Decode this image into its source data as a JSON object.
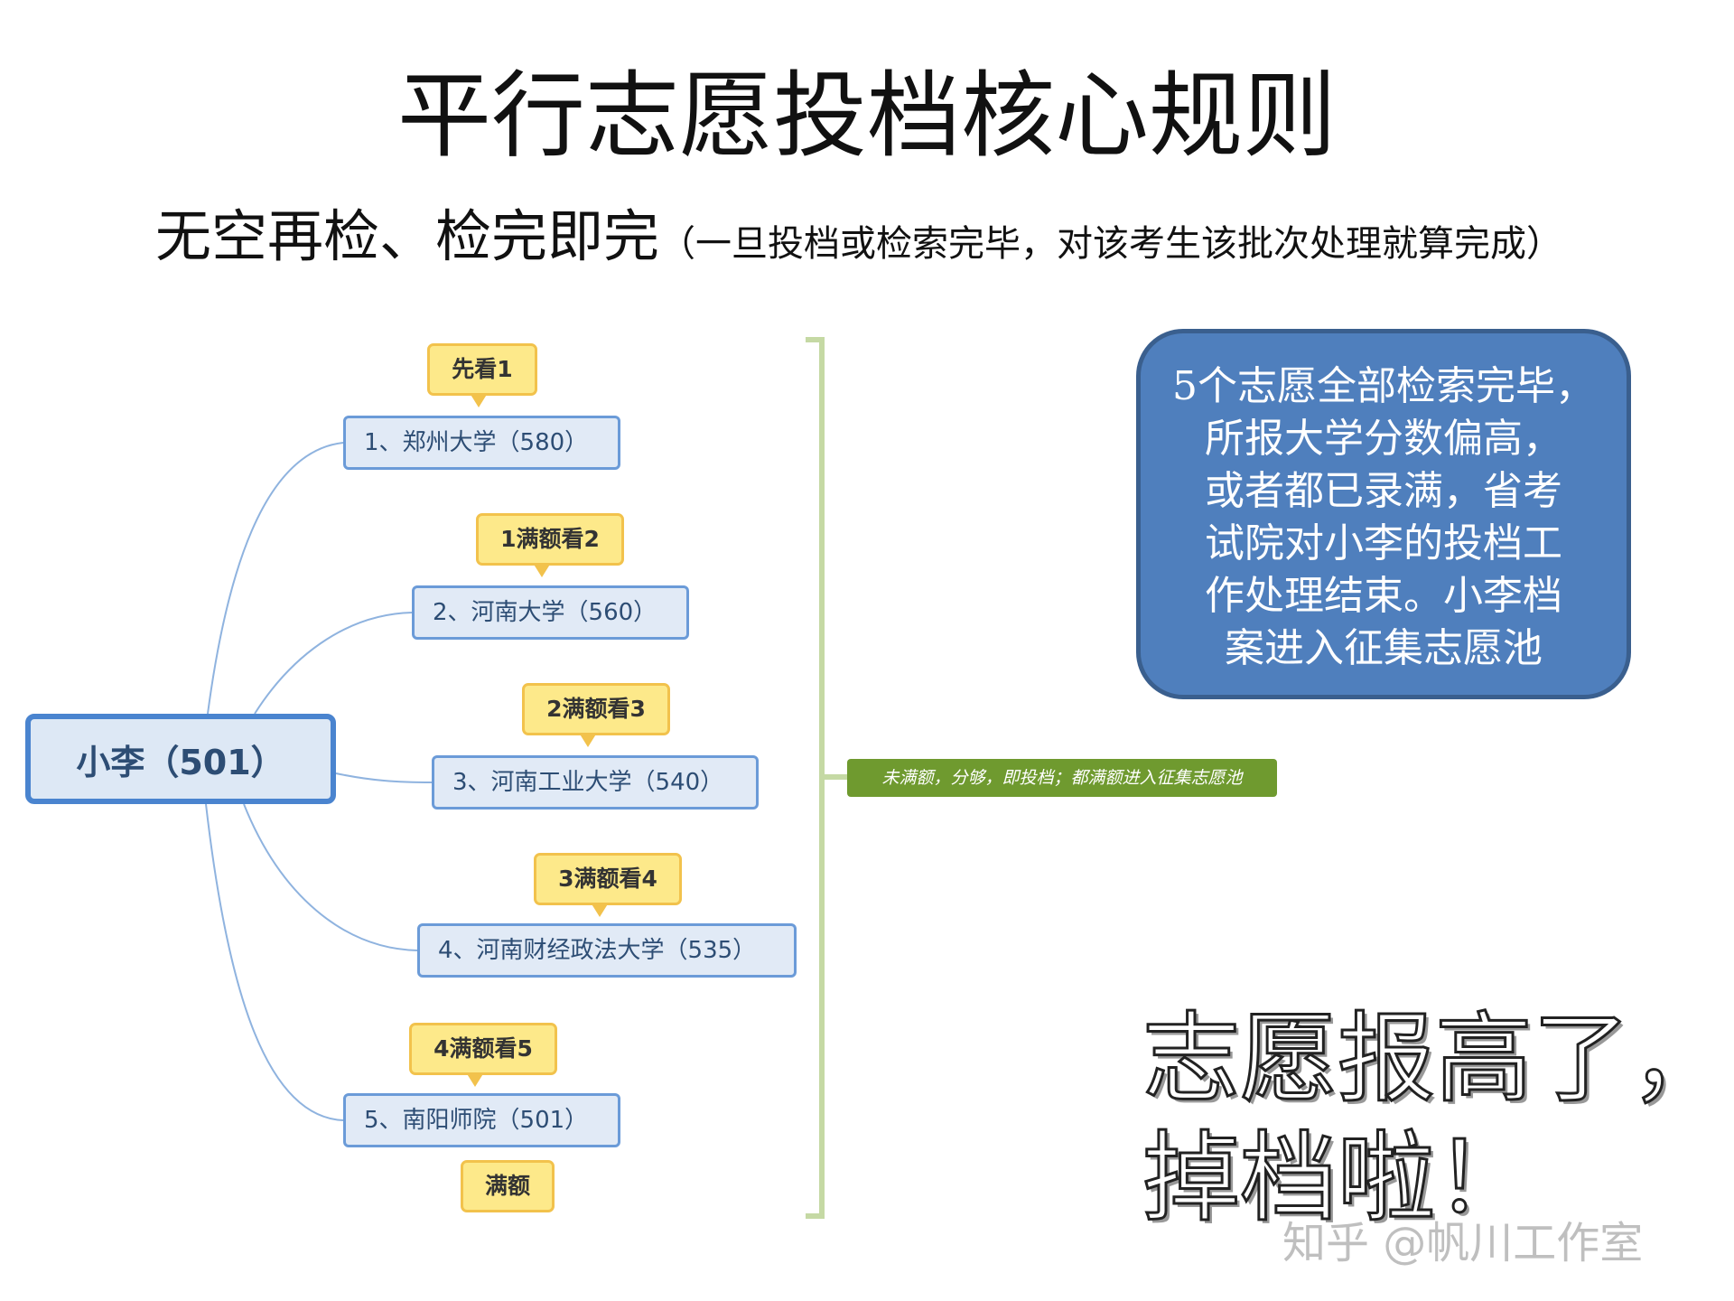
{
  "title": "平行志愿投档核心规则",
  "subtitle": {
    "main": "无空再检、检完即完",
    "note": "（一旦投档或检索完毕，对该考生该批次处理就算完成）"
  },
  "root": {
    "label": "小李（501）"
  },
  "universities": [
    {
      "label": "1、郑州大学（580）",
      "callout": "先看1"
    },
    {
      "label": "2、河南大学（560）",
      "callout": "1满额看2"
    },
    {
      "label": "3、河南工业大学（540）",
      "callout": "2满额看3"
    },
    {
      "label": "4、河南财经政法大学（535）",
      "callout": "3满额看4"
    },
    {
      "label": "5、南阳师院（501）",
      "callout": "4满额看5",
      "bottom_callout": "满额"
    }
  ],
  "bracket_label": "未满额，分够，即投档；都满额进入征集志愿池",
  "info_box": {
    "lines": [
      "5个志愿全部检索完毕，",
      "所报大学分数偏高，",
      "或者都已录满，省考",
      "试院对小李的投档工",
      "作处理结束。小李档",
      "案进入征集志愿池"
    ]
  },
  "big_text": {
    "line1": "志愿报高了，",
    "line2": "掉档啦！"
  },
  "watermark": "知乎 @帆川工作室",
  "colors": {
    "node_border": "#6b9bd8",
    "node_fill": "#e1eaf6",
    "callout_fill": "#fde98a",
    "bracket": "#c5d9a4",
    "green_label": "#6f9a2f",
    "info_box": "#4f7fbd"
  }
}
